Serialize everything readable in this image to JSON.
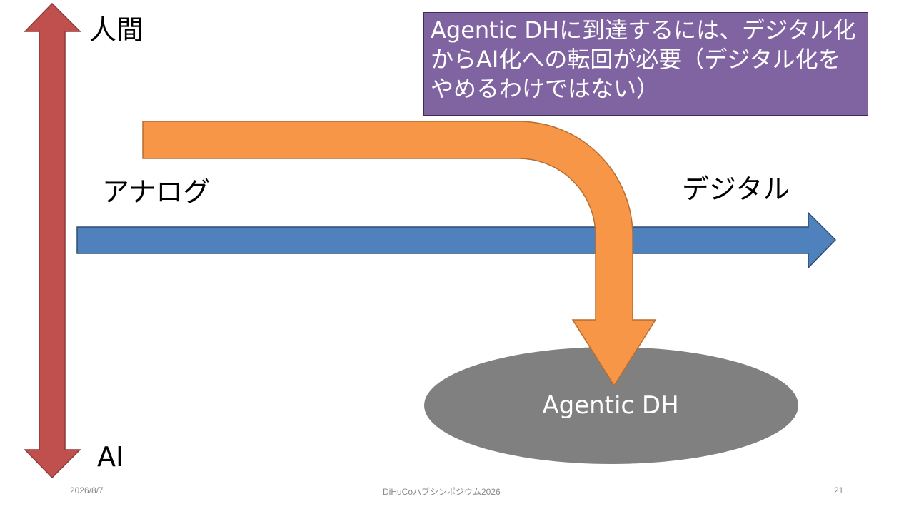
{
  "slide": {
    "labels": {
      "human": "人間",
      "ai": "AI",
      "analog": "アナログ",
      "digital": "デジタル"
    },
    "note": "Agentic DHに到達するには、デジタル化からAI化への転回が必要（デジタル化をやめるわけではない）",
    "target": "Agentic DH",
    "footer": {
      "date": "2026/8/7",
      "event": "DiHuCoハブシンポジウム2026",
      "page": "21"
    }
  },
  "colors": {
    "vertical_arrow": "#c0504d",
    "horizontal_arrow": "#4f81bd",
    "bent_arrow": "#f79646",
    "note_box": "#8064a2",
    "ellipse": "#808080"
  }
}
